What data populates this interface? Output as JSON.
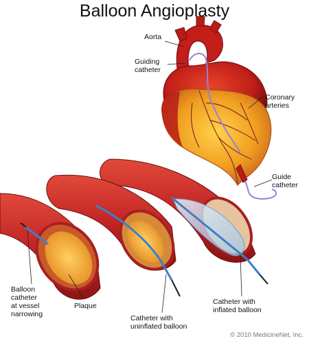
{
  "title": "Balloon Angioplasty",
  "labels": {
    "aorta": "Aorta",
    "guiding_catheter": [
      "Guiding",
      "catheter"
    ],
    "coronary_arteries": [
      "Coronary",
      "arteries"
    ],
    "guide_catheter": [
      "Guide",
      "catheter"
    ],
    "balloon_catheter": [
      "Balloon",
      "catheter",
      "at vessel",
      "narrowing"
    ],
    "plaque": "Plaque",
    "uninflated": [
      "Catheter with",
      "uninflated balloon"
    ],
    "inflated": [
      "Catheter with",
      "inflated balloon"
    ]
  },
  "copyright": "© 2010 MedicineNet, Inc.",
  "colors": {
    "heart": "#c8201c",
    "heart_dark": "#7a0f0c",
    "fat": "#f0a820",
    "vessel": "#c82a2a",
    "plaque": "#f2a83a",
    "catheter": "#3d7fc8",
    "guide_wire": "#9b7fd6"
  }
}
